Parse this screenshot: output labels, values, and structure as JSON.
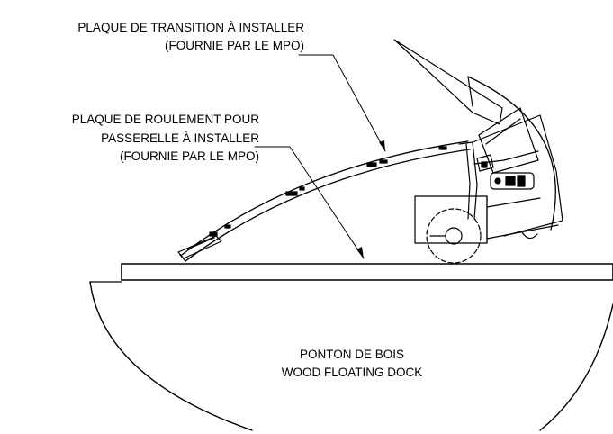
{
  "callouts": {
    "transition_plate": {
      "line1": "PLAQUE DE TRANSITION À INSTALLER",
      "line2": "(FOURNIE PAR LE MPO)"
    },
    "bearing_plate": {
      "line1": "PLAQUE DE ROULEMENT POUR",
      "line2": "PASSERELLE À INSTALLER",
      "line3": "(FOURNIE PAR LE MPO)"
    }
  },
  "dock": {
    "label_fr": "PONTON DE BOIS",
    "label_en": "WOOD FLOATING DOCK"
  },
  "colors": {
    "ink": "#000000",
    "background": "#ffffff"
  }
}
